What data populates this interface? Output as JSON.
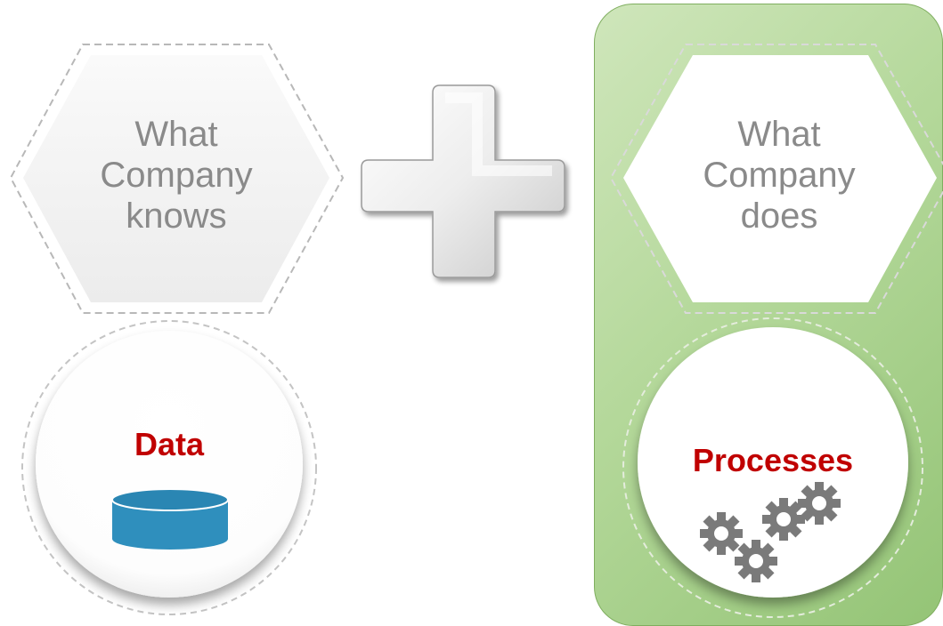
{
  "left": {
    "hexagon_lines": [
      "What",
      "Company",
      "knows"
    ],
    "circle_title": "Data",
    "circle_icon": "database-icon"
  },
  "operator": {
    "symbol": "plus-icon"
  },
  "right": {
    "hexagon_lines": [
      "What",
      "Company",
      "does"
    ],
    "circle_title": "Processes",
    "circle_icon": "gears-icon"
  },
  "colors": {
    "panel_green_light": "#c9e3b3",
    "panel_green_dark": "#94c476",
    "title_red": "#c00000",
    "label_gray": "#8a8a8a",
    "database_blue": "#2f8fbd",
    "gear_gray": "#7a7a7a"
  }
}
